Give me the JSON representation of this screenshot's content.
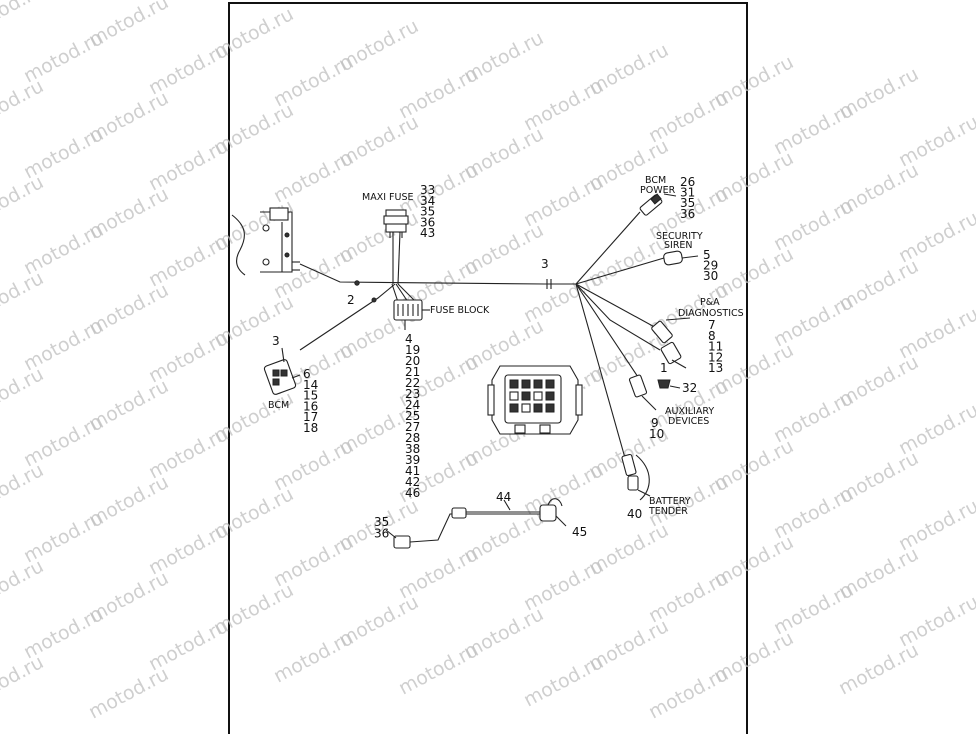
{
  "watermark": "motod.ru",
  "labels": {
    "maxi_fuse": "MAXI FUSE",
    "fuse_block": "FUSE BLOCK",
    "bcm": "BCM",
    "bcm_power_1": "BCM",
    "bcm_power_2": "POWER",
    "security_1": "SECURITY",
    "security_2": "SIREN",
    "pa_1": "P&A",
    "pa_2": "DIAGNOSTICS",
    "aux_1": "AUXILIARY",
    "aux_2": "DEVICES",
    "battery_1": "BATTERY",
    "battery_2": "TENDER"
  },
  "callouts": {
    "maxi_fuse": [
      "33",
      "34",
      "35",
      "36",
      "43"
    ],
    "fuse_block": [
      "4",
      "19",
      "20",
      "21",
      "22",
      "23",
      "24",
      "25",
      "27",
      "28",
      "38",
      "39",
      "41",
      "42",
      "46"
    ],
    "bcm": [
      "6",
      "14",
      "15",
      "16",
      "17",
      "18"
    ],
    "bcm_top": "3",
    "harness_2": "2",
    "harness_3": "3",
    "bcm_power": [
      "26",
      "31",
      "35",
      "36"
    ],
    "security": [
      "5",
      "29",
      "30"
    ],
    "pa": [
      "7",
      "8",
      "11",
      "12",
      "13"
    ],
    "pa_1": "1",
    "aux_32": "32",
    "aux": [
      "9",
      "10"
    ],
    "battery": "40",
    "lower_44": "44",
    "lower_45": "45",
    "lower_left": [
      "35",
      "36"
    ]
  }
}
